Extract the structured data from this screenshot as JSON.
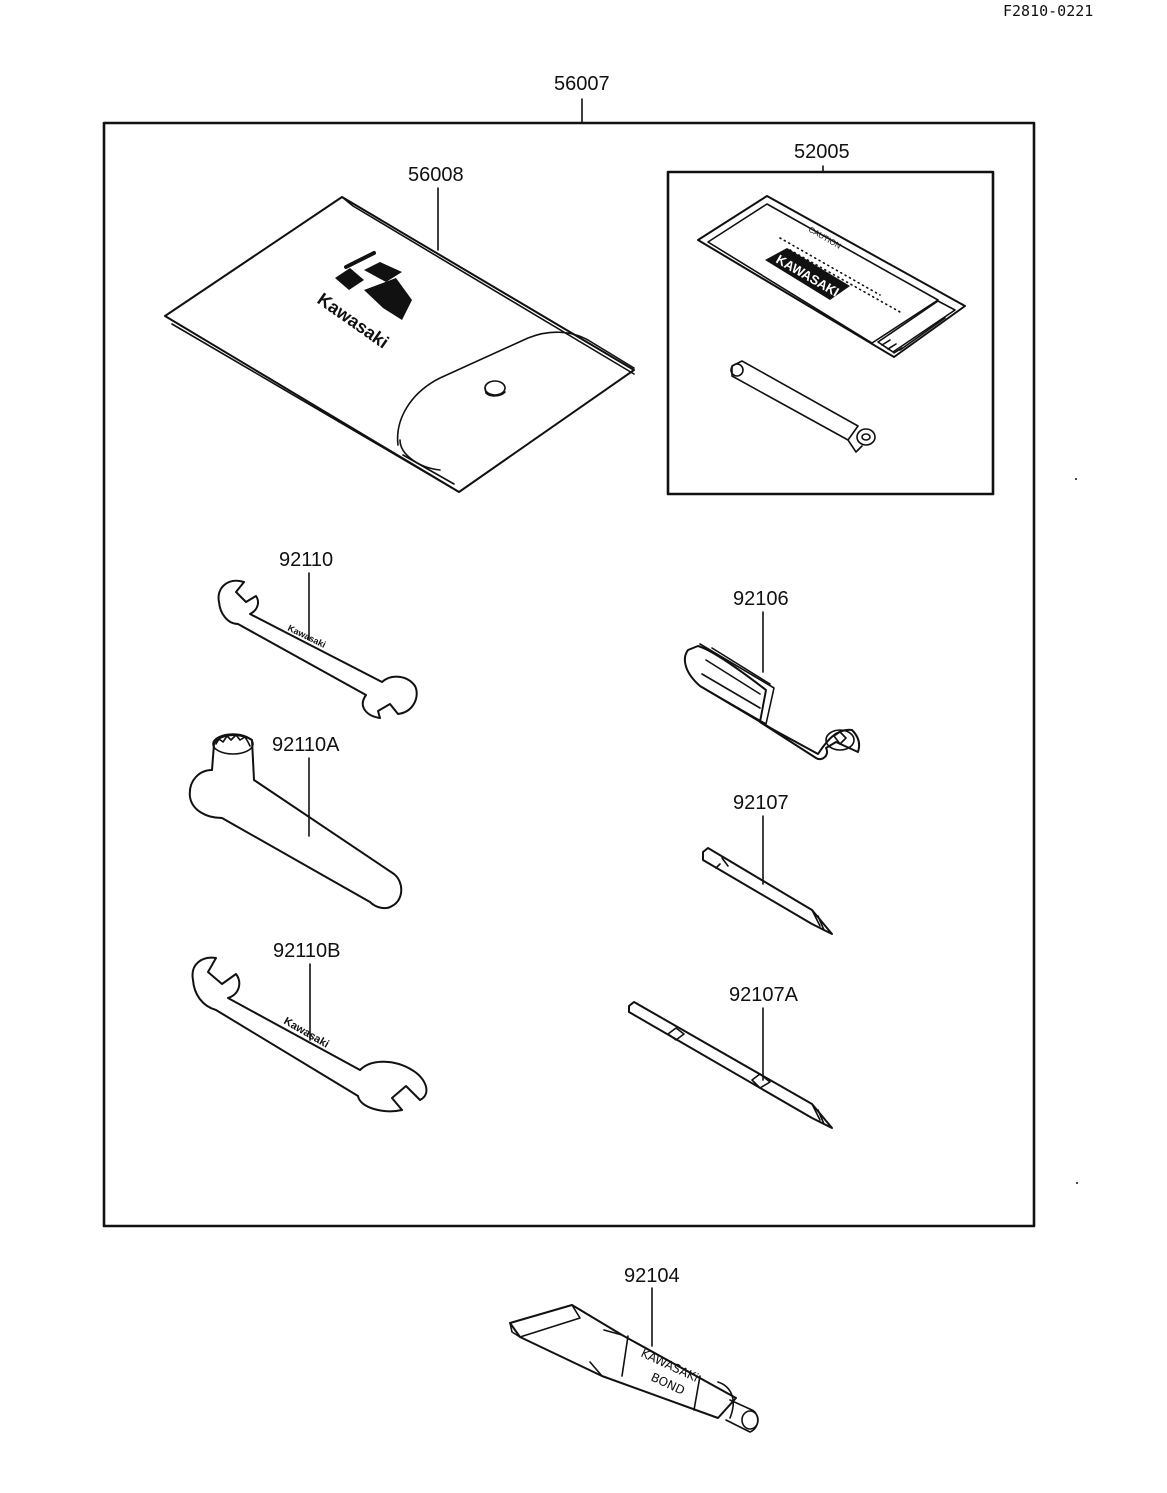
{
  "doc_code": "F2810-0221",
  "parts": {
    "kit": "56007",
    "pouch": "56008",
    "tire_kit": "52005",
    "wrench_1": "92110",
    "wrench_box": "92110A",
    "wrench_2": "92110B",
    "screwdriver_handle": "92106",
    "bit_short": "92107",
    "bit_long": "92107A",
    "bond_tube": "92104"
  },
  "artwork_text": {
    "pouch_logo": "Kawasaki",
    "wrench_marking": "Kawasaki",
    "packet_caution": "CAUTION",
    "packet_brand": "KAWASAKI",
    "tube_line1": "KAWASAKi",
    "tube_line2": "BOND"
  }
}
